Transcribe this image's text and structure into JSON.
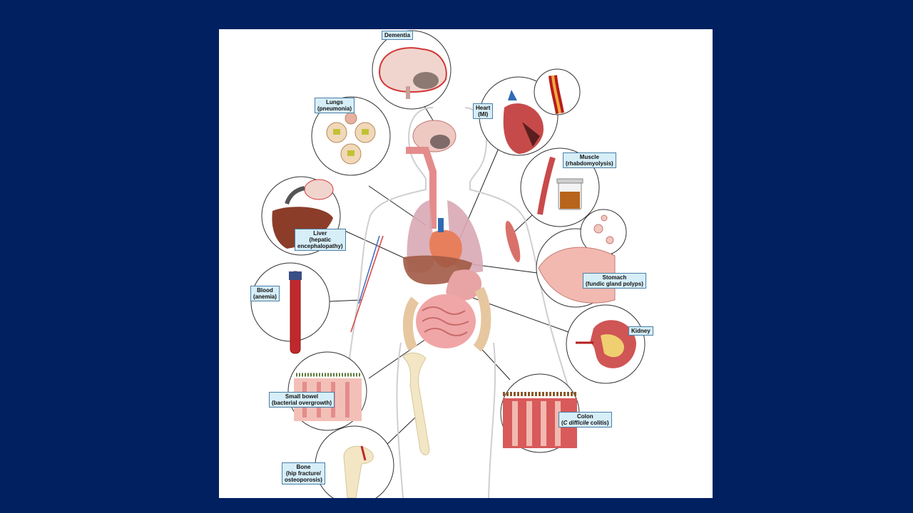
{
  "labels": {
    "dementia": "Dementia",
    "lungs": "Lungs\n(pneumonia)",
    "heart": "Heart\n(MI)",
    "muscle": "Muscle\n(rhabdomyolysis)",
    "liver": "Liver\n(hepatic\nencephalopathy)",
    "stomach": "Stomach\n(fundic gland polyps)",
    "blood": "Blood\n(anemia)",
    "kidney": "Kidney",
    "small_bowel": "Small bowel\n(bacterial overgrowth)",
    "colon_line1": "Colon",
    "colon_italic": "C difficile",
    "colon_rest": " colitis)",
    "bone": "Bone\n(hip fracture/\nosteoporosis)"
  },
  "colors": {
    "background": "#002060",
    "panel": "#ffffff",
    "label_fill": "#d6eef8",
    "label_border": "#4a7fa6",
    "blood_red": "#c0282c",
    "organ_pink": "#e89a9a"
  }
}
